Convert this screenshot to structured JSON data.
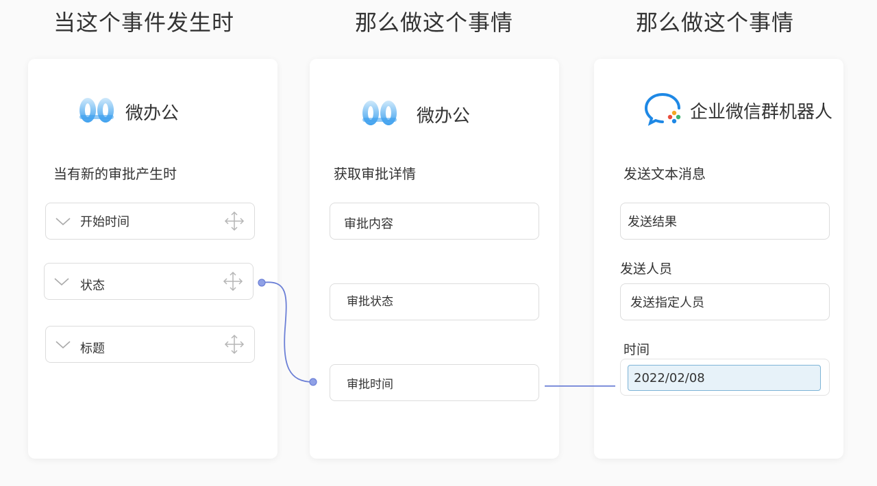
{
  "columns": {
    "trigger_title": "当这个事件发生时",
    "action1_title": "那么做这个事情",
    "action2_title": "那么做这个事情"
  },
  "trigger": {
    "app_name": "微办公",
    "event_label": "当有新的审批产生时",
    "fields": [
      "开始时间",
      "状态",
      "标题"
    ]
  },
  "action1": {
    "app_name": "微办公",
    "action_label": "获取审批详情",
    "fields": [
      "审批内容",
      "审批状态",
      "审批时间"
    ]
  },
  "action2": {
    "app_name": "企业微信群机器人",
    "action_label": "发送文本消息",
    "result_field": "发送结果",
    "people_label": "发送人员",
    "people_value": "发送指定人员",
    "time_label": "时间",
    "time_value": "2022/02/08"
  },
  "colors": {
    "connector": "#6b7fd6",
    "logo_blue": "#3ea0ee",
    "wecom_blue": "#1e88e5",
    "date_bg": "#e7f2f9"
  }
}
